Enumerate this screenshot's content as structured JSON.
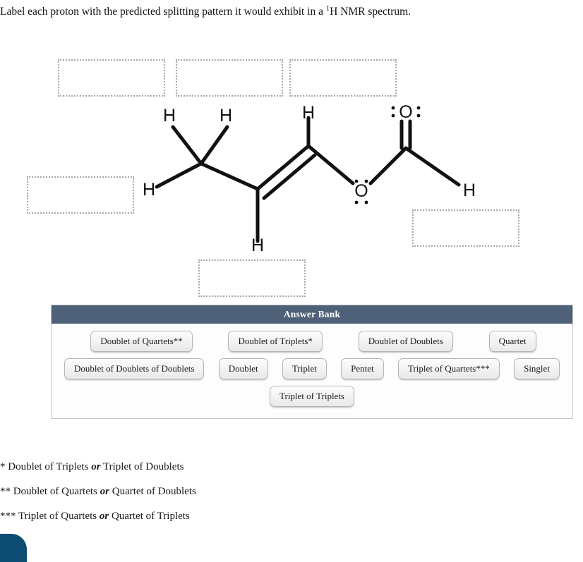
{
  "prompt": {
    "text_before": "Label each proton with the predicted splitting pattern it would exhibit in a ",
    "superscript": "1",
    "text_after": "H NMR spectrum."
  },
  "molecule": {
    "name": "propenyl-formate",
    "atom_labels": {
      "methyl_h_left": "H",
      "methyl_h_right": "H",
      "methyl_h_bottom": "H",
      "vinyl_h_upper": "H",
      "vinyl_h_lower": "H",
      "carbonyl_o": "O",
      "ester_o": "O",
      "formyl_h": "H"
    }
  },
  "dropboxes": [
    {
      "id": "box-methyl-h-left",
      "label": ""
    },
    {
      "id": "box-methyl-h-right",
      "label": ""
    },
    {
      "id": "box-vinyl-h-upper",
      "label": ""
    },
    {
      "id": "box-methyl-h-bottom",
      "label": ""
    },
    {
      "id": "box-vinyl-h-lower",
      "label": ""
    },
    {
      "id": "box-formyl-h",
      "label": ""
    }
  ],
  "answer_bank": {
    "title": "Answer Bank",
    "rows": [
      [
        {
          "label": "Doublet of Quartets**"
        },
        {
          "label": "Doublet of Triplets*"
        },
        {
          "label": "Doublet of Doublets"
        },
        {
          "label": "Quartet"
        }
      ],
      [
        {
          "label": "Doublet of Doublets of Doublets"
        },
        {
          "label": "Doublet"
        },
        {
          "label": "Triplet"
        },
        {
          "label": "Pentet"
        },
        {
          "label": "Triplet of Quartets***"
        },
        {
          "label": "Singlet"
        }
      ],
      [
        {
          "label": "Triplet of Triplets"
        }
      ]
    ]
  },
  "footnotes": [
    {
      "marker": "* ",
      "part1": "Doublet of Triplets ",
      "emphasis": "or",
      "part2": " Triplet of Doublets"
    },
    {
      "marker": "** ",
      "part1": "Doublet of Quartets ",
      "emphasis": "or",
      "part2": " Quartet of Doublets"
    },
    {
      "marker": "*** ",
      "part1": "Triplet of Quartets ",
      "emphasis": "or",
      "part2": " Quartet of Triplets"
    }
  ],
  "colors": {
    "bank_header": "#4e6179",
    "corner_badge": "#0d4d73",
    "dropbox_border": "#a8a8a8"
  }
}
